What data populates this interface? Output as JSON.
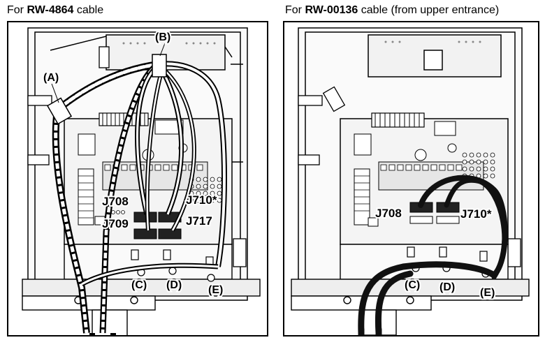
{
  "captions": {
    "left": {
      "prefix": "For ",
      "cable": "RW-4864",
      "suffix": " cable"
    },
    "right": {
      "prefix": "For ",
      "cable": "RW-00136",
      "suffix": " cable (from upper entrance)"
    }
  },
  "left_panel": {
    "callouts": {
      "a": "(A)",
      "b": "(B)",
      "c": "(C)",
      "d": "(D)",
      "e": "(E)"
    },
    "connectors": {
      "j708": "J708",
      "j709": "J709",
      "j710": "J710*",
      "j717": "J717"
    }
  },
  "right_panel": {
    "callouts": {
      "c": "(C)",
      "d": "(D)",
      "e": "(E)"
    },
    "connectors": {
      "j708": "J708",
      "j710": "J710*"
    }
  }
}
